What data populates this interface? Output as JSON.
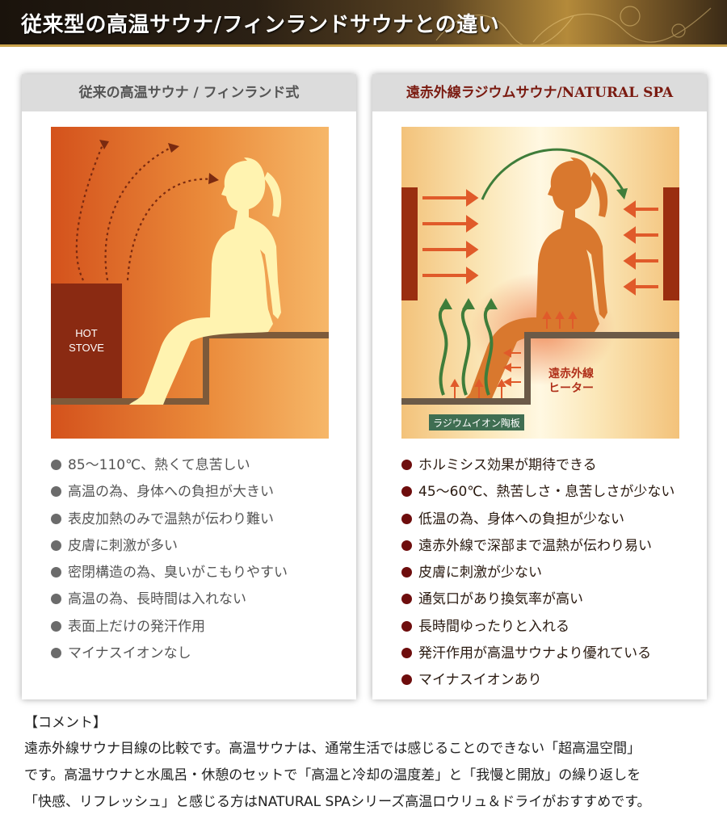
{
  "header": {
    "title": "従来型の高温サウナ/フィンランドサウナとの違い"
  },
  "left": {
    "title": "従来の高温サウナ / フィンランド式",
    "stove_label_1": "HOT",
    "stove_label_2": "STOVE",
    "items": [
      "85～110℃、熱くて息苦しい",
      "高温の為、身体への負担が大きい",
      "表皮加熱のみで温熱が伝わり難い",
      "皮膚に刺激が多い",
      "密閉構造の為、臭いがこもりやすい",
      "高温の為、長時間は入れない",
      "表面上だけの発汗作用",
      "マイナスイオンなし"
    ]
  },
  "right": {
    "title": "遠赤外線ラジウムサウナ/NATURAL SPA",
    "heater_label_1": "遠赤外線",
    "heater_label_2": "ヒーター",
    "plate_label": "ラジウムイオン陶板",
    "items": [
      "ホルミシス効果が期待できる",
      "45～60℃、熱苦しさ・息苦しさが少ない",
      "低温の為、身体への負担が少ない",
      "遠赤外線で深部まで温熱が伝わり易い",
      "皮膚に刺激が少ない",
      "通気口があり換気率が高い",
      "長時間ゆったりと入れる",
      "発汗作用が高温サウナより優れている",
      "マイナスイオンあり"
    ]
  },
  "comment": {
    "heading": "【コメント】",
    "lines": [
      "遠赤外線サウナ目線の比較です。高温サウナは、通常生活では感じることのできない「超高温空間」",
      "です。高温サウナと水風呂・休憩のセットで「高温と冷却の温度差」と「我慢と開放」の繰り返しを",
      "「快感、リフレッシュ」と感じる方はNATURAL SPAシリーズ高温ロウリュ＆ドライがおすすめです。"
    ]
  },
  "colors": {
    "accent_gold": "#c9a24b",
    "left_bullet": "#6b6b6b",
    "right_bullet": "#6e0d0d",
    "right_title": "#7a1a10"
  }
}
